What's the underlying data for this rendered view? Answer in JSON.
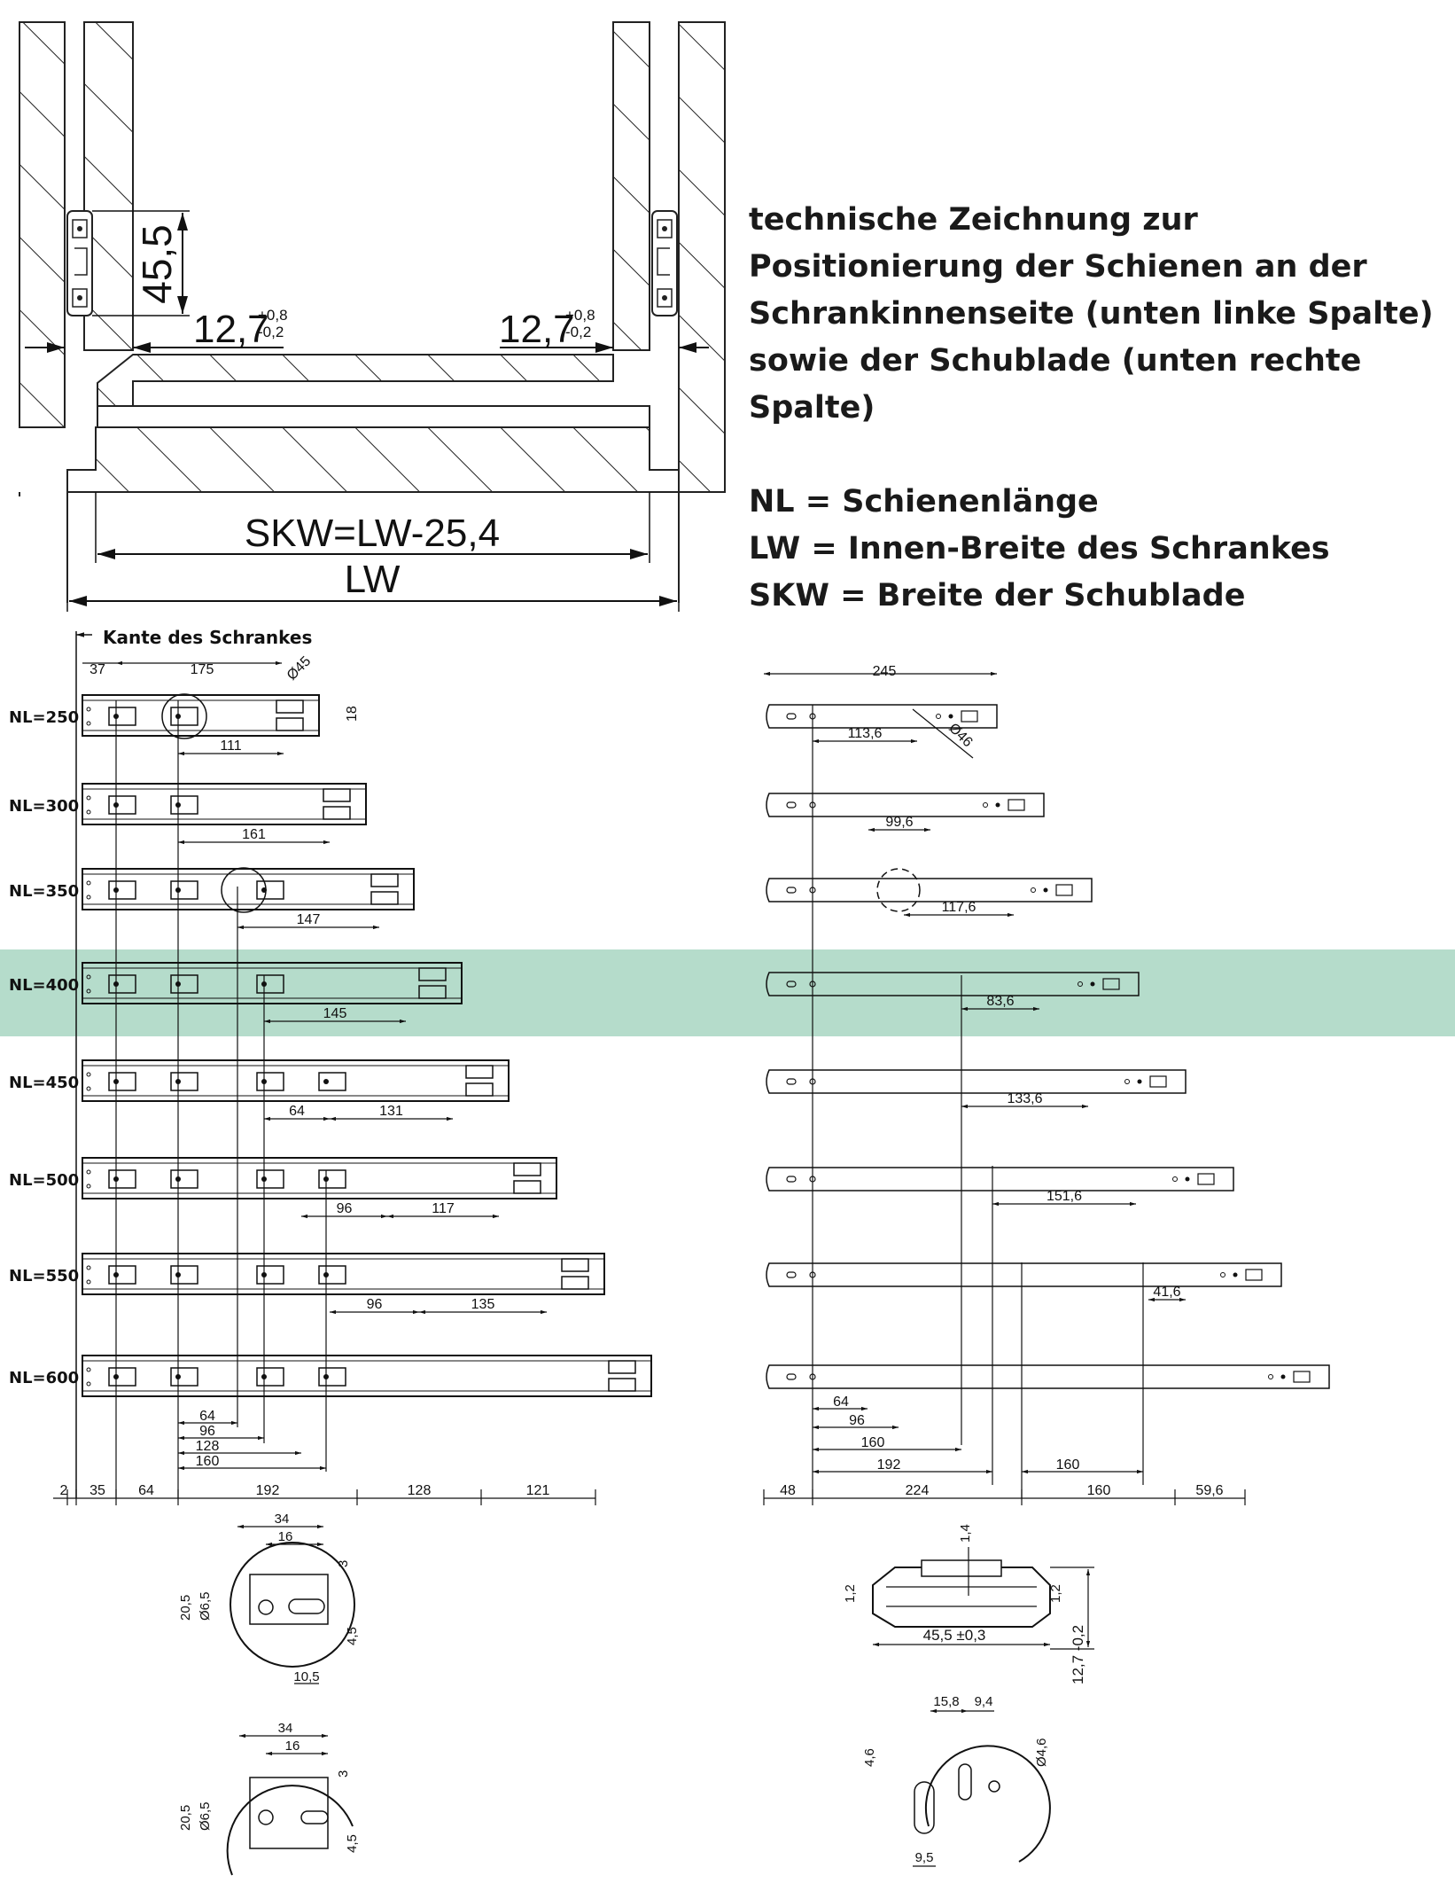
{
  "legend": {
    "description": "technische Zeichnung zur Positionierung der Schienen an der Schrankinnenseite (unten linke Spalte) sowie der Schublade (unten rechte Spalte)",
    "defs": [
      "NL = Schienenlänge",
      "LW = Innen-Breite des Schrankes",
      "SKW = Breite der Schublade"
    ]
  },
  "section": {
    "height_dim": "45,5",
    "gap_main": "12,7",
    "tol_plus": "+0,8",
    "tol_minus": "-0,2",
    "skw_formula": "SKW=LW-25,4",
    "lw": "LW"
  },
  "cabinet_edge": "Kante des Schrankes",
  "highlight_color": "#b5dccb",
  "left_rails": [
    {
      "label": "NL=250",
      "dims": [
        "111"
      ]
    },
    {
      "label": "NL=300",
      "dims": [
        "161"
      ]
    },
    {
      "label": "NL=350",
      "dims": [
        "147"
      ]
    },
    {
      "label": "NL=400",
      "dims": [
        "145"
      ],
      "highlight": true
    },
    {
      "label": "NL=450",
      "dims": [
        "64",
        "131"
      ]
    },
    {
      "label": "NL=500",
      "dims": [
        "96",
        "117"
      ]
    },
    {
      "label": "NL=550",
      "dims": [
        "96",
        "135"
      ]
    },
    {
      "label": "NL=600",
      "dims": []
    }
  ],
  "left_top_dims": {
    "a": "37",
    "b": "175",
    "hole": "Ø45",
    "h": "18"
  },
  "left_stack": [
    "64",
    "96",
    "128",
    "160"
  ],
  "left_bottom": [
    "2",
    "35",
    "64",
    "192",
    "128",
    "121"
  ],
  "right_rails": [
    {
      "dim": "113,6"
    },
    {
      "dim": "99,6"
    },
    {
      "dim": "117,6"
    },
    {
      "dim": "83,6"
    },
    {
      "dim": "133,6"
    },
    {
      "dim": "151,6"
    },
    {
      "dim": "41,6"
    },
    {
      "dim": ""
    }
  ],
  "right_top_dims": {
    "len": "245",
    "hole": "Ø46"
  },
  "right_stack": [
    "64",
    "96",
    "160",
    "192",
    "160"
  ],
  "right_bottom": [
    "48",
    "224",
    "160",
    "59,6"
  ],
  "detail_a": {
    "w1": "34",
    "w2": "16",
    "s": "3",
    "h1": "20,5",
    "d": "Ø6,5",
    "t": "4,5",
    "b": "10,5"
  },
  "detail_b": {
    "w1": "34",
    "w2": "16",
    "s": "3",
    "h1": "20,5",
    "d": "Ø6,5",
    "t": "4,5"
  },
  "profile": {
    "top": "1,4",
    "l": "1,2",
    "r": "1,2",
    "w": "45,5 ±0,3",
    "h": "12,7 -0,2"
  },
  "detail_c": {
    "a": "15,8",
    "b": "9,4",
    "h": "4,6",
    "d": "Ø4,6",
    "w": "9,5"
  }
}
